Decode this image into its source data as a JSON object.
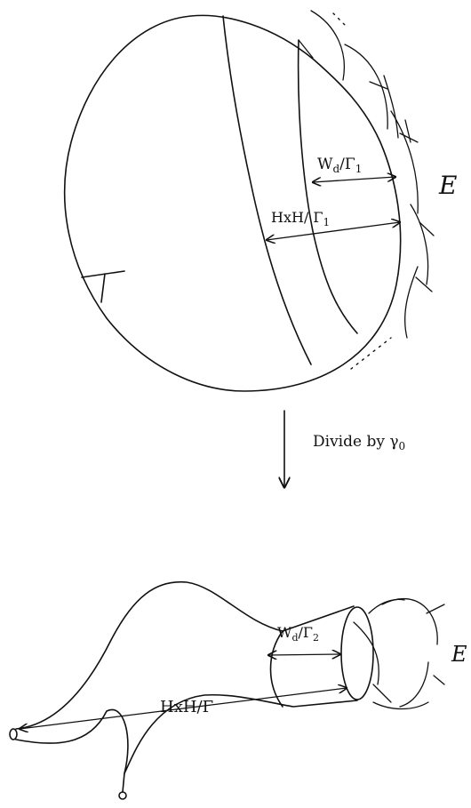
{
  "top": {
    "region_label": "T",
    "width_label": "W",
    "width_sub": "d",
    "width_group": "Γ",
    "width_group_sub": "1",
    "height_label": "HxH",
    "height_group": "Γ",
    "height_group_sub": "1",
    "boundary_label": "E"
  },
  "arrow_caption": "Divide by γ",
  "arrow_caption_sub": "0",
  "bottom": {
    "width_label": "W",
    "width_sub": "d",
    "width_group": "Γ",
    "width_group_sub": "2",
    "height_label": "HxH",
    "height_group": "Γ",
    "boundary_label": "E"
  }
}
